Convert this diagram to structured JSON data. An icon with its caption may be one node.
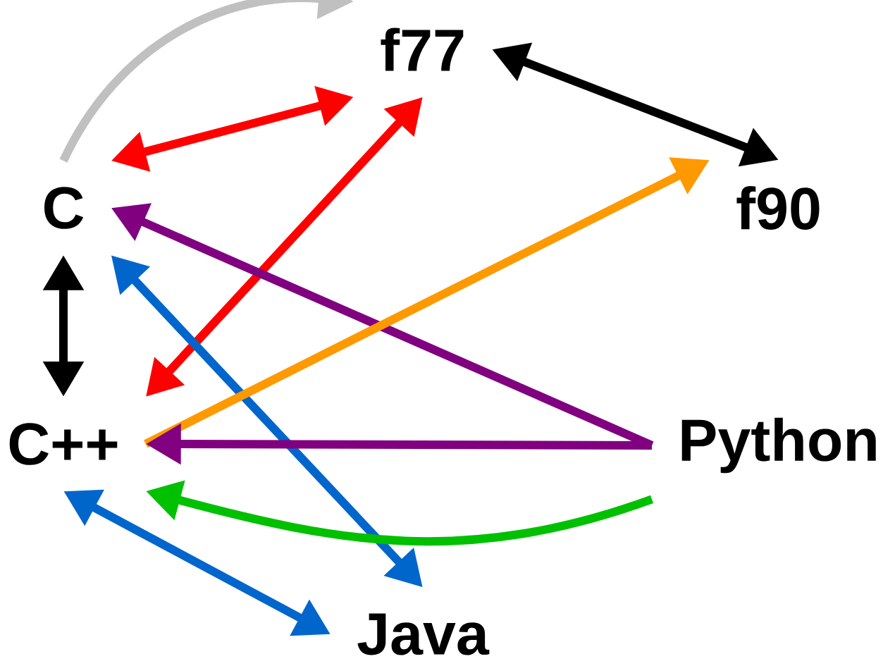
{
  "diagram": {
    "nodes": [
      {
        "text": [
          "f77"
        ]
      },
      {
        "text": [
          "f90"
        ]
      },
      {
        "text": [
          "C"
        ]
      },
      {
        "text": [
          "C++"
        ]
      },
      {
        "text": [
          "Python"
        ]
      },
      {
        "text": [
          "Java"
        ]
      }
    ],
    "edges": [
      {
        "from": 2,
        "to": 0,
        "arrow": "to",
        "color": "#c0c0c0"
      },
      {
        "from": 2,
        "to": 0,
        "arrow": "both",
        "color": "#ff0000"
      },
      {
        "from": 0,
        "to": 1,
        "arrow": "both",
        "color": "#000000"
      },
      {
        "from": 3,
        "to": 0,
        "arrow": "both",
        "color": "#ff0000"
      },
      {
        "from": 2,
        "to": 3,
        "arrow": "both",
        "color": "#000000"
      },
      {
        "from": 2,
        "to": 5,
        "arrow": "both",
        "color": "#0066cc"
      },
      {
        "from": 4,
        "to": 2,
        "arrow": "to",
        "color": "#800080"
      },
      {
        "from": 3,
        "to": 1,
        "arrow": "to",
        "color": "#ff9900"
      },
      {
        "from": 4,
        "to": 3,
        "arrow": "to",
        "color": "#800080"
      },
      {
        "from": 4,
        "to": 3,
        "arrow": "to",
        "color": "#00c000"
      },
      {
        "from": 3,
        "to": 5,
        "arrow": "both",
        "color": "#0066cc"
      }
    ]
  }
}
